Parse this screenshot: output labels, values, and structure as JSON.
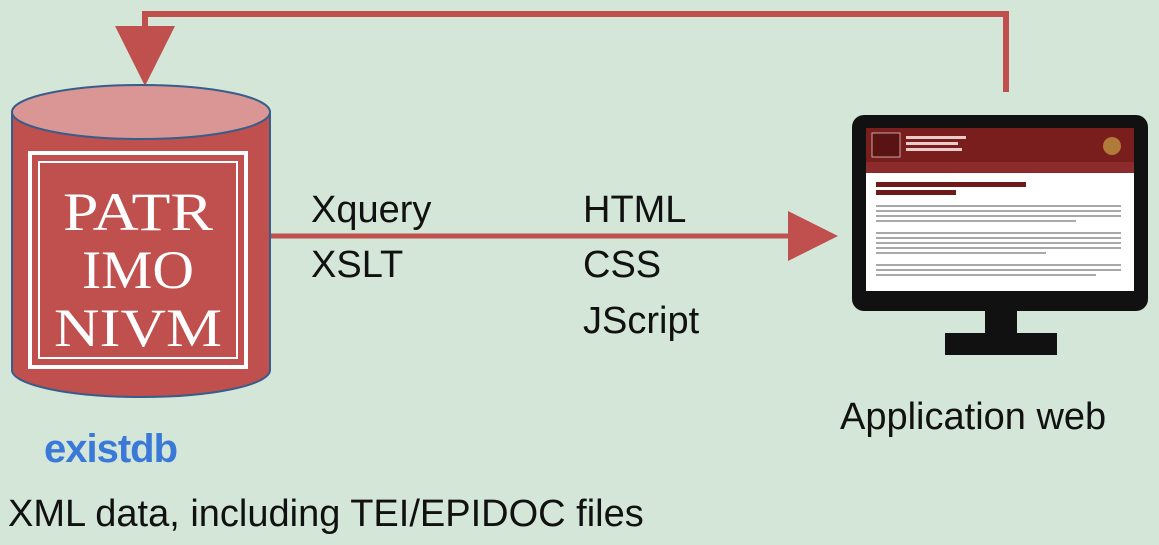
{
  "database": {
    "logo_lines": [
      "PATR",
      "IMO",
      "NIVM"
    ],
    "engine_logo_text": "existdb",
    "caption": "XML data, including TEI/EPIDOC files"
  },
  "transform": {
    "server_side": [
      "Xquery",
      "XSLT"
    ],
    "client_side": [
      "HTML",
      "CSS",
      "JScript"
    ]
  },
  "client": {
    "caption": "Application web"
  },
  "colors": {
    "background": "#d3e6d8",
    "arrow": "#c0504d",
    "cylinder_body": "#c0504d",
    "cylinder_top": "#d99694",
    "monitor": "#111111",
    "logo_blue": "#3b79d8",
    "logo_green": "#2fa97a"
  }
}
